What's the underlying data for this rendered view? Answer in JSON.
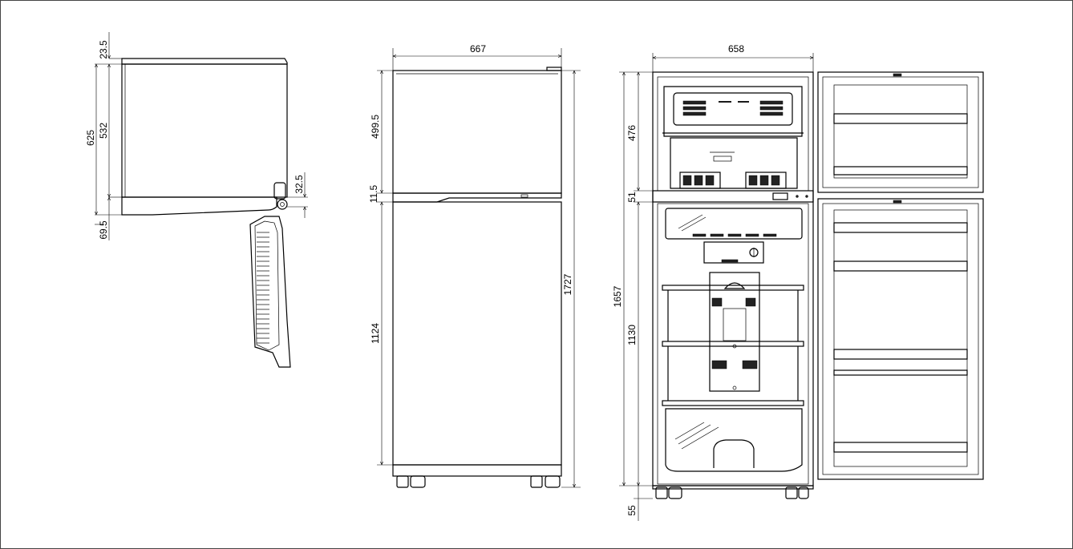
{
  "dimensions": {
    "side_top_clearance": "23.5",
    "side_total_depth": "625",
    "side_cabinet_depth": "532",
    "side_handle_depth": "32.5",
    "side_door_depth": "69.5",
    "front_width": "667",
    "front_freezer_height": "499.5",
    "front_gap": "11.5",
    "front_fridge_height": "1124",
    "front_total_height": "1727",
    "open_width": "658",
    "open_freezer_height": "476",
    "open_divider": "51",
    "open_cabinet_height": "1657",
    "open_fridge_height": "1130",
    "open_caster_height": "55"
  }
}
